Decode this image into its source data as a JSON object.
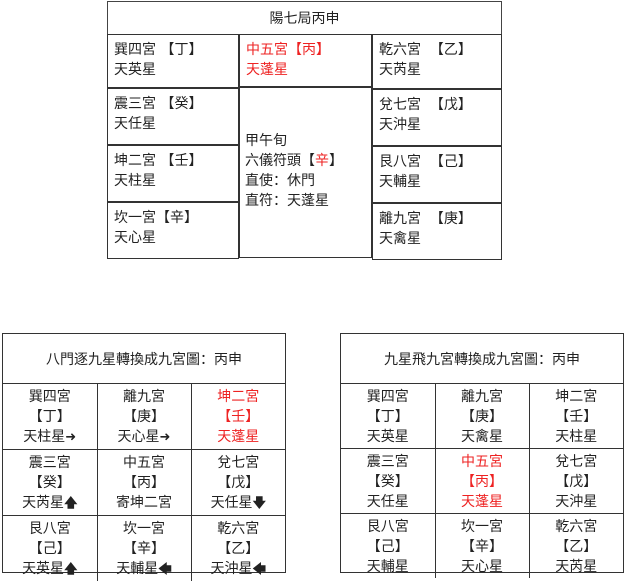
{
  "top_chart": {
    "title": "陽七局丙申",
    "left_column": [
      {
        "palace": "巽四宮",
        "stem": "【丁】",
        "star": "天英星"
      },
      {
        "palace": "震三宮",
        "stem": "【癸】",
        "star": "天任星"
      },
      {
        "palace": "坤二宮",
        "stem": "【壬】",
        "star": "天柱星"
      },
      {
        "palace": "坎一宮",
        "stem": "【辛】",
        "star": "天心星"
      }
    ],
    "center_top": {
      "palace": "中五宮",
      "stem": "【丙】",
      "star": "天蓬星",
      "color": "#ee2222"
    },
    "center_info": {
      "xun": "甲午旬",
      "fu_tou_label": "六儀符頭【",
      "fu_tou_stem": "辛",
      "fu_tou_close": "】",
      "zhi_shi": "直使：休門",
      "zhi_fu": "直符：天蓬星"
    },
    "right_column": [
      {
        "palace": "乾六宮",
        "stem": "【乙】",
        "star": "天芮星"
      },
      {
        "palace": "兌七宮",
        "stem": "【戊】",
        "star": "天沖星"
      },
      {
        "palace": "艮八宮",
        "stem": "【己】",
        "star": "天輔星"
      },
      {
        "palace": "離九宮",
        "stem": "【庚】",
        "star": "天禽星"
      }
    ]
  },
  "left_grid": {
    "title": "八門逐九星轉換成九宮圖：丙申",
    "rows": [
      [
        {
          "palace": "巽四宮",
          "stem": "【丁】",
          "star": "天柱星",
          "arrow": "➜",
          "highlight": false
        },
        {
          "palace": "離九宮",
          "stem": "【庚】",
          "star": "天心星",
          "arrow": "➜",
          "highlight": false
        },
        {
          "palace": "坤二宮",
          "stem": "【壬】",
          "star": "天蓬星",
          "arrow": "",
          "highlight": true
        }
      ],
      [
        {
          "palace": "震三宮",
          "stem": "【癸】",
          "star": "天芮星",
          "arrow": "🡅",
          "highlight": false
        },
        {
          "palace": "中五宮",
          "stem": "【丙】",
          "star": "寄坤二宮",
          "arrow": "",
          "highlight": false
        },
        {
          "palace": "兌七宮",
          "stem": "【戊】",
          "star": "天任星",
          "arrow": "🡇",
          "highlight": false
        }
      ],
      [
        {
          "palace": "艮八宮",
          "stem": "【己】",
          "star": "天英星",
          "arrow": "🡅",
          "highlight": false
        },
        {
          "palace": "坎一宮",
          "stem": "【辛】",
          "star": "天輔星",
          "arrow": "🡄",
          "highlight": false
        },
        {
          "palace": "乾六宮",
          "stem": "【乙】",
          "star": "天沖星",
          "arrow": "🡄",
          "highlight": false
        }
      ]
    ]
  },
  "right_grid": {
    "title": "九星飛九宮轉換成九宮圖：丙申",
    "rows": [
      [
        {
          "palace": "巽四宮",
          "stem": "【丁】",
          "star": "天英星",
          "highlight": false
        },
        {
          "palace": "離九宮",
          "stem": "【庚】",
          "star": "天禽星",
          "highlight": false
        },
        {
          "palace": "坤二宮",
          "stem": "【壬】",
          "star": "天柱星",
          "highlight": false
        }
      ],
      [
        {
          "palace": "震三宮",
          "stem": "【癸】",
          "star": "天任星",
          "highlight": false
        },
        {
          "palace": "中五宮",
          "stem": "【丙】",
          "star": "天蓬星",
          "highlight": true
        },
        {
          "palace": "兌七宮",
          "stem": "【戊】",
          "star": "天沖星",
          "highlight": false
        }
      ],
      [
        {
          "palace": "艮八宮",
          "stem": "【己】",
          "star": "天輔星",
          "highlight": false
        },
        {
          "palace": "坎一宮",
          "stem": "【辛】",
          "star": "天心星",
          "highlight": false
        },
        {
          "palace": "乾六宮",
          "stem": "【乙】",
          "star": "天芮星",
          "highlight": false
        }
      ]
    ]
  },
  "colors": {
    "highlight": "#ee2222",
    "text": "#222222",
    "border": "#333333"
  }
}
